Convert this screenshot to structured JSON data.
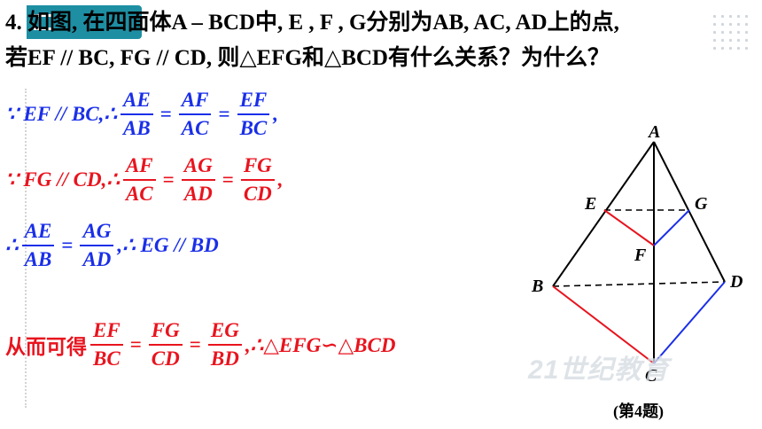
{
  "problem": {
    "line1": "4. 如图, 在四面体A – BCD中, E , F , G分别为AB, AC, AD上的点,",
    "line2": "若EF // BC, FG // CD, 则△EFG和△BCD有什么关系？为什么？"
  },
  "solution": {
    "step1": {
      "prefix": "∵ EF // BC,∴",
      "f1": {
        "num": "AE",
        "den": "AB"
      },
      "f2": {
        "num": "AF",
        "den": "AC"
      },
      "f3": {
        "num": "EF",
        "den": "BC"
      },
      "eq": "=",
      "suffix": ","
    },
    "step2": {
      "prefix": "∵ FG // CD,∴",
      "f1": {
        "num": "AF",
        "den": "AC"
      },
      "f2": {
        "num": "AG",
        "den": "AD"
      },
      "f3": {
        "num": "FG",
        "den": "CD"
      },
      "eq": "=",
      "suffix": ","
    },
    "step3": {
      "prefix": "∴",
      "f1": {
        "num": "AE",
        "den": "AB"
      },
      "f2": {
        "num": "AG",
        "den": "AD"
      },
      "eq": "=",
      "suffix": ",∴ EG // BD"
    },
    "conclusion": {
      "prefix": "从而可得",
      "f1": {
        "num": "EF",
        "den": "BC"
      },
      "f2": {
        "num": "FG",
        "den": "CD"
      },
      "f3": {
        "num": "EG",
        "den": "BD"
      },
      "eq": "=",
      "suffix": ",∴△EFG∽△BCD"
    }
  },
  "figure": {
    "labels": {
      "A": "A",
      "B": "B",
      "C": "C",
      "D": "D",
      "E": "E",
      "F": "F",
      "G": "G"
    },
    "caption": "(第4题)",
    "colors": {
      "edge": "#000000",
      "red": "#e8141e",
      "blue": "#1a2fe8"
    }
  },
  "watermark": "21世纪教育"
}
